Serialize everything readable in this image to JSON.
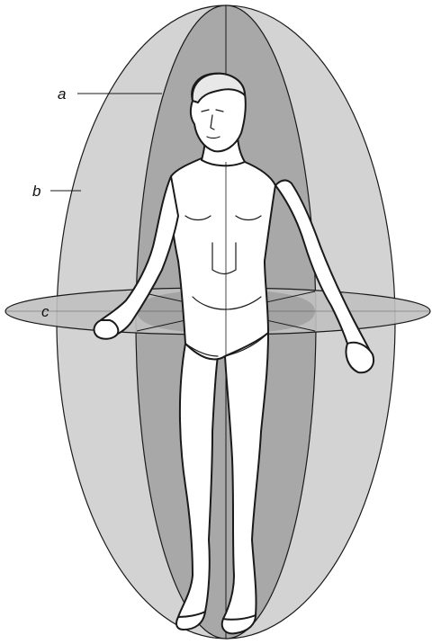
{
  "diagram": {
    "labels": {
      "a": "a",
      "b": "b",
      "c": "c"
    },
    "colors": {
      "outer_plane": "#d3d3d3",
      "inner_plane": "#a8a8a8",
      "horizontal_plane": "#c0c0c0",
      "horizontal_overlap": "#8e8e8e",
      "figure_fill": "#ffffff",
      "outline": "#1a1a1a"
    }
  }
}
